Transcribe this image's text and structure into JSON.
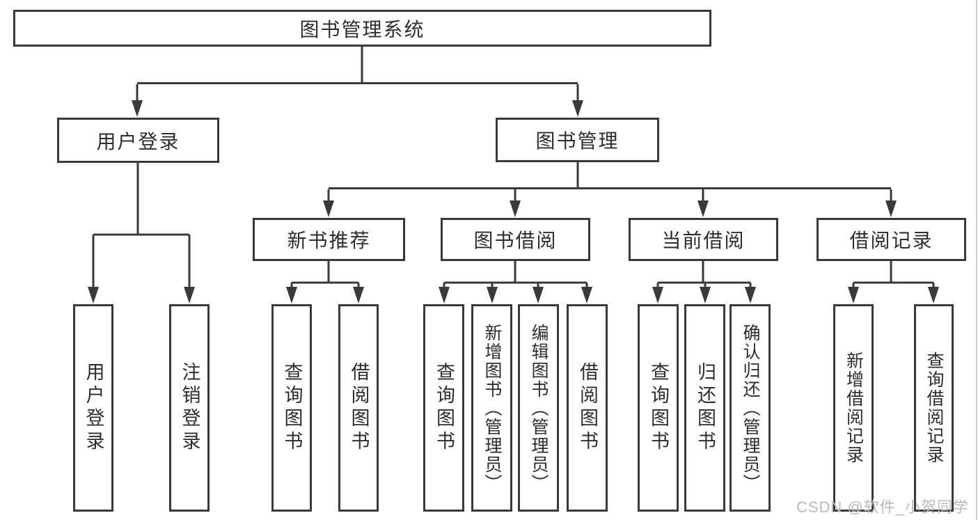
{
  "title": "图书管理系统",
  "level2": {
    "userLogin": "用户登录",
    "bookManagement": "图书管理"
  },
  "level3": [
    "新书推荐",
    "图书借阅",
    "当前借阅",
    "借阅记录"
  ],
  "leaves": {
    "userLogin": [
      "用户登录",
      "注销登录"
    ],
    "newBooks": [
      "查询图书",
      "借阅图书"
    ],
    "bookBorrow": [
      "查询图书",
      "新增图书（管理员）",
      "编辑图书（管理员）",
      "借阅图书"
    ],
    "currentBorrow": [
      "查询图书",
      "归还图书",
      "确认归还（管理员）"
    ],
    "borrowRecords": [
      "新增借阅记录",
      "查询借阅记录"
    ]
  },
  "watermark": "CSDN @软件_小贺同学",
  "colors": {
    "line": "#3a3a3a",
    "text": "#2d2d2d",
    "watermark": "#b9b9b9"
  }
}
